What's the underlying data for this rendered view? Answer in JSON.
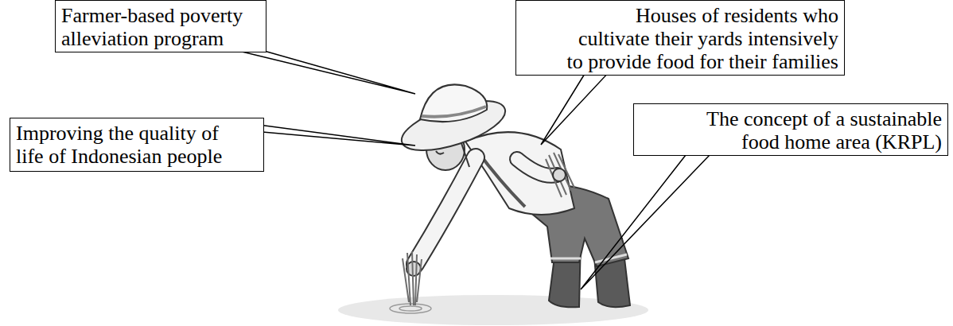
{
  "diagram": {
    "nodes": [
      {
        "text": [
          "Farmer-based poverty alleviation program"
        ]
      },
      {
        "text": [
          "Houses of residents who cultivate their yards intensively to provide food for their families"
        ]
      },
      {
        "text": [
          "Improving the quality of life of Indonesian people"
        ]
      },
      {
        "text": [
          "The concept of a sustainable food home area (KRPL)"
        ]
      }
    ]
  }
}
